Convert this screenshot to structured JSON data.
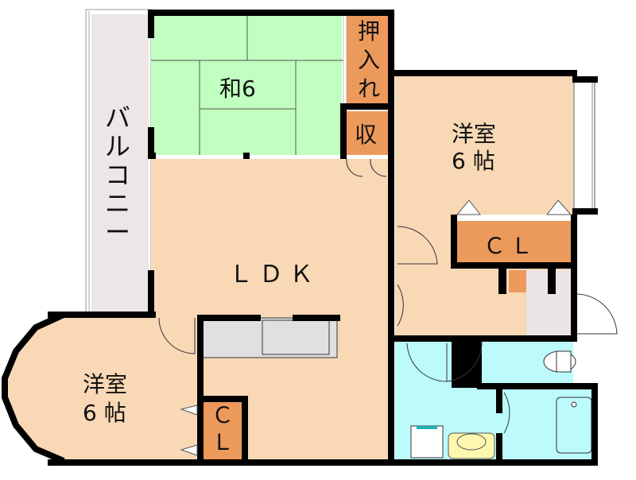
{
  "floorplan": {
    "title": "",
    "colors": {
      "wall": "#000000",
      "western_room": "#f9d8b6",
      "tatami": "#c0ffc0",
      "storage": "#ec9a5c",
      "balcony": "#ece6e6",
      "wet_area": "#bcfafc",
      "entrance": "#ebe5e5",
      "kitchen": "#e0e0e0"
    },
    "rooms": {
      "balcony": {
        "label_chars": [
          "バ",
          "ル",
          "コ",
          "ニ",
          "ー"
        ]
      },
      "japanese_room": {
        "label": "和6"
      },
      "oshiire": {
        "label_chars": [
          "押",
          "入",
          "れ"
        ]
      },
      "storage_small": {
        "label": "収"
      },
      "western_room_ne": {
        "line1": "洋室",
        "line2": "6 帖"
      },
      "closet_ne": {
        "label": "ＣＬ"
      },
      "ldk": {
        "label": "ＬＤＫ"
      },
      "western_room_sw": {
        "line1": "洋室",
        "line2": "6 帖"
      },
      "closet_sw": {
        "line1": "Ｃ",
        "line2": "Ｌ"
      }
    }
  }
}
